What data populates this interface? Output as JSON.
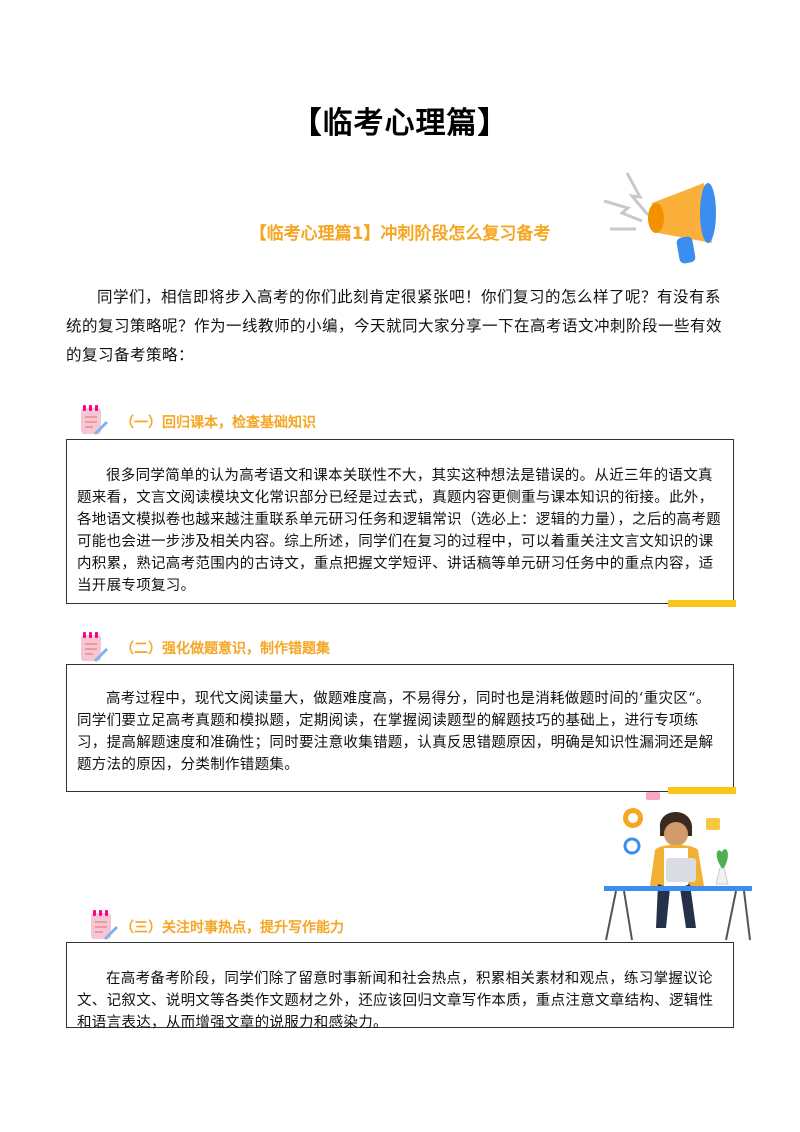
{
  "title": "【临考心理篇】",
  "subtitle": "【临考心理篇1】冲刺阶段怎么复习备考",
  "intro": "同学们，相信即将步入高考的你们此刻肯定很紧张吧！你们复习的怎么样了呢？有没有系统的复习策略呢？作为一线教师的小编，今天就同大家分享一下在高考语文冲刺阶段一些有效的复习备考策略：",
  "sections": [
    {
      "heading": "（一）回归课本，检查基础知识",
      "body": "很多同学简单的认为高考语文和课本关联性不大，其实这种想法是错误的。从近三年的语文真题来看，文言文阅读模块文化常识部分已经是过去式，真题内容更侧重与课本知识的衔接。此外，各地语文模拟卷也越来越注重联系单元研习任务和逻辑常识（选必上：逻辑的力量），之后的高考题可能也会进一步涉及相关内容。综上所述，同学们在复习的过程中，可以着重关注文言文知识的课内积累，熟记高考范围内的古诗文，重点把握文学短评、讲话稿等单元研习任务中的重点内容，适当开展专项复习。"
    },
    {
      "heading": "（二）强化做题意识，制作错题集",
      "body": "高考过程中，现代文阅读量大，做题难度高，不易得分，同时也是消耗做题时间的‘重灾区“。同学们要立足高考真题和模拟题，定期阅读，在掌握阅读题型的解题技巧的基础上，进行专项练习，提高解题速度和准确性；同时要注意收集错题，认真反思错题原因，明确是知识性漏洞还是解题方法的原因，分类制作错题集。"
    },
    {
      "heading": "（三）关注时事热点，提升写作能力",
      "body": "在高考备考阶段，同学们除了留意时事新闻和社会热点，积累相关素材和观点，练习掌握议论文、记叙文、说明文等各类作文题材之外，还应该回归文章写作本质，重点注意文章结构、逻辑性和语言表达，从而增强文章的说服力和感染力。"
    }
  ],
  "colors": {
    "accent": "#f5a623",
    "bar": "#fcc419"
  },
  "icons": [
    "megaphone-icon",
    "notepad-icon",
    "student-at-desk-illustration"
  ]
}
